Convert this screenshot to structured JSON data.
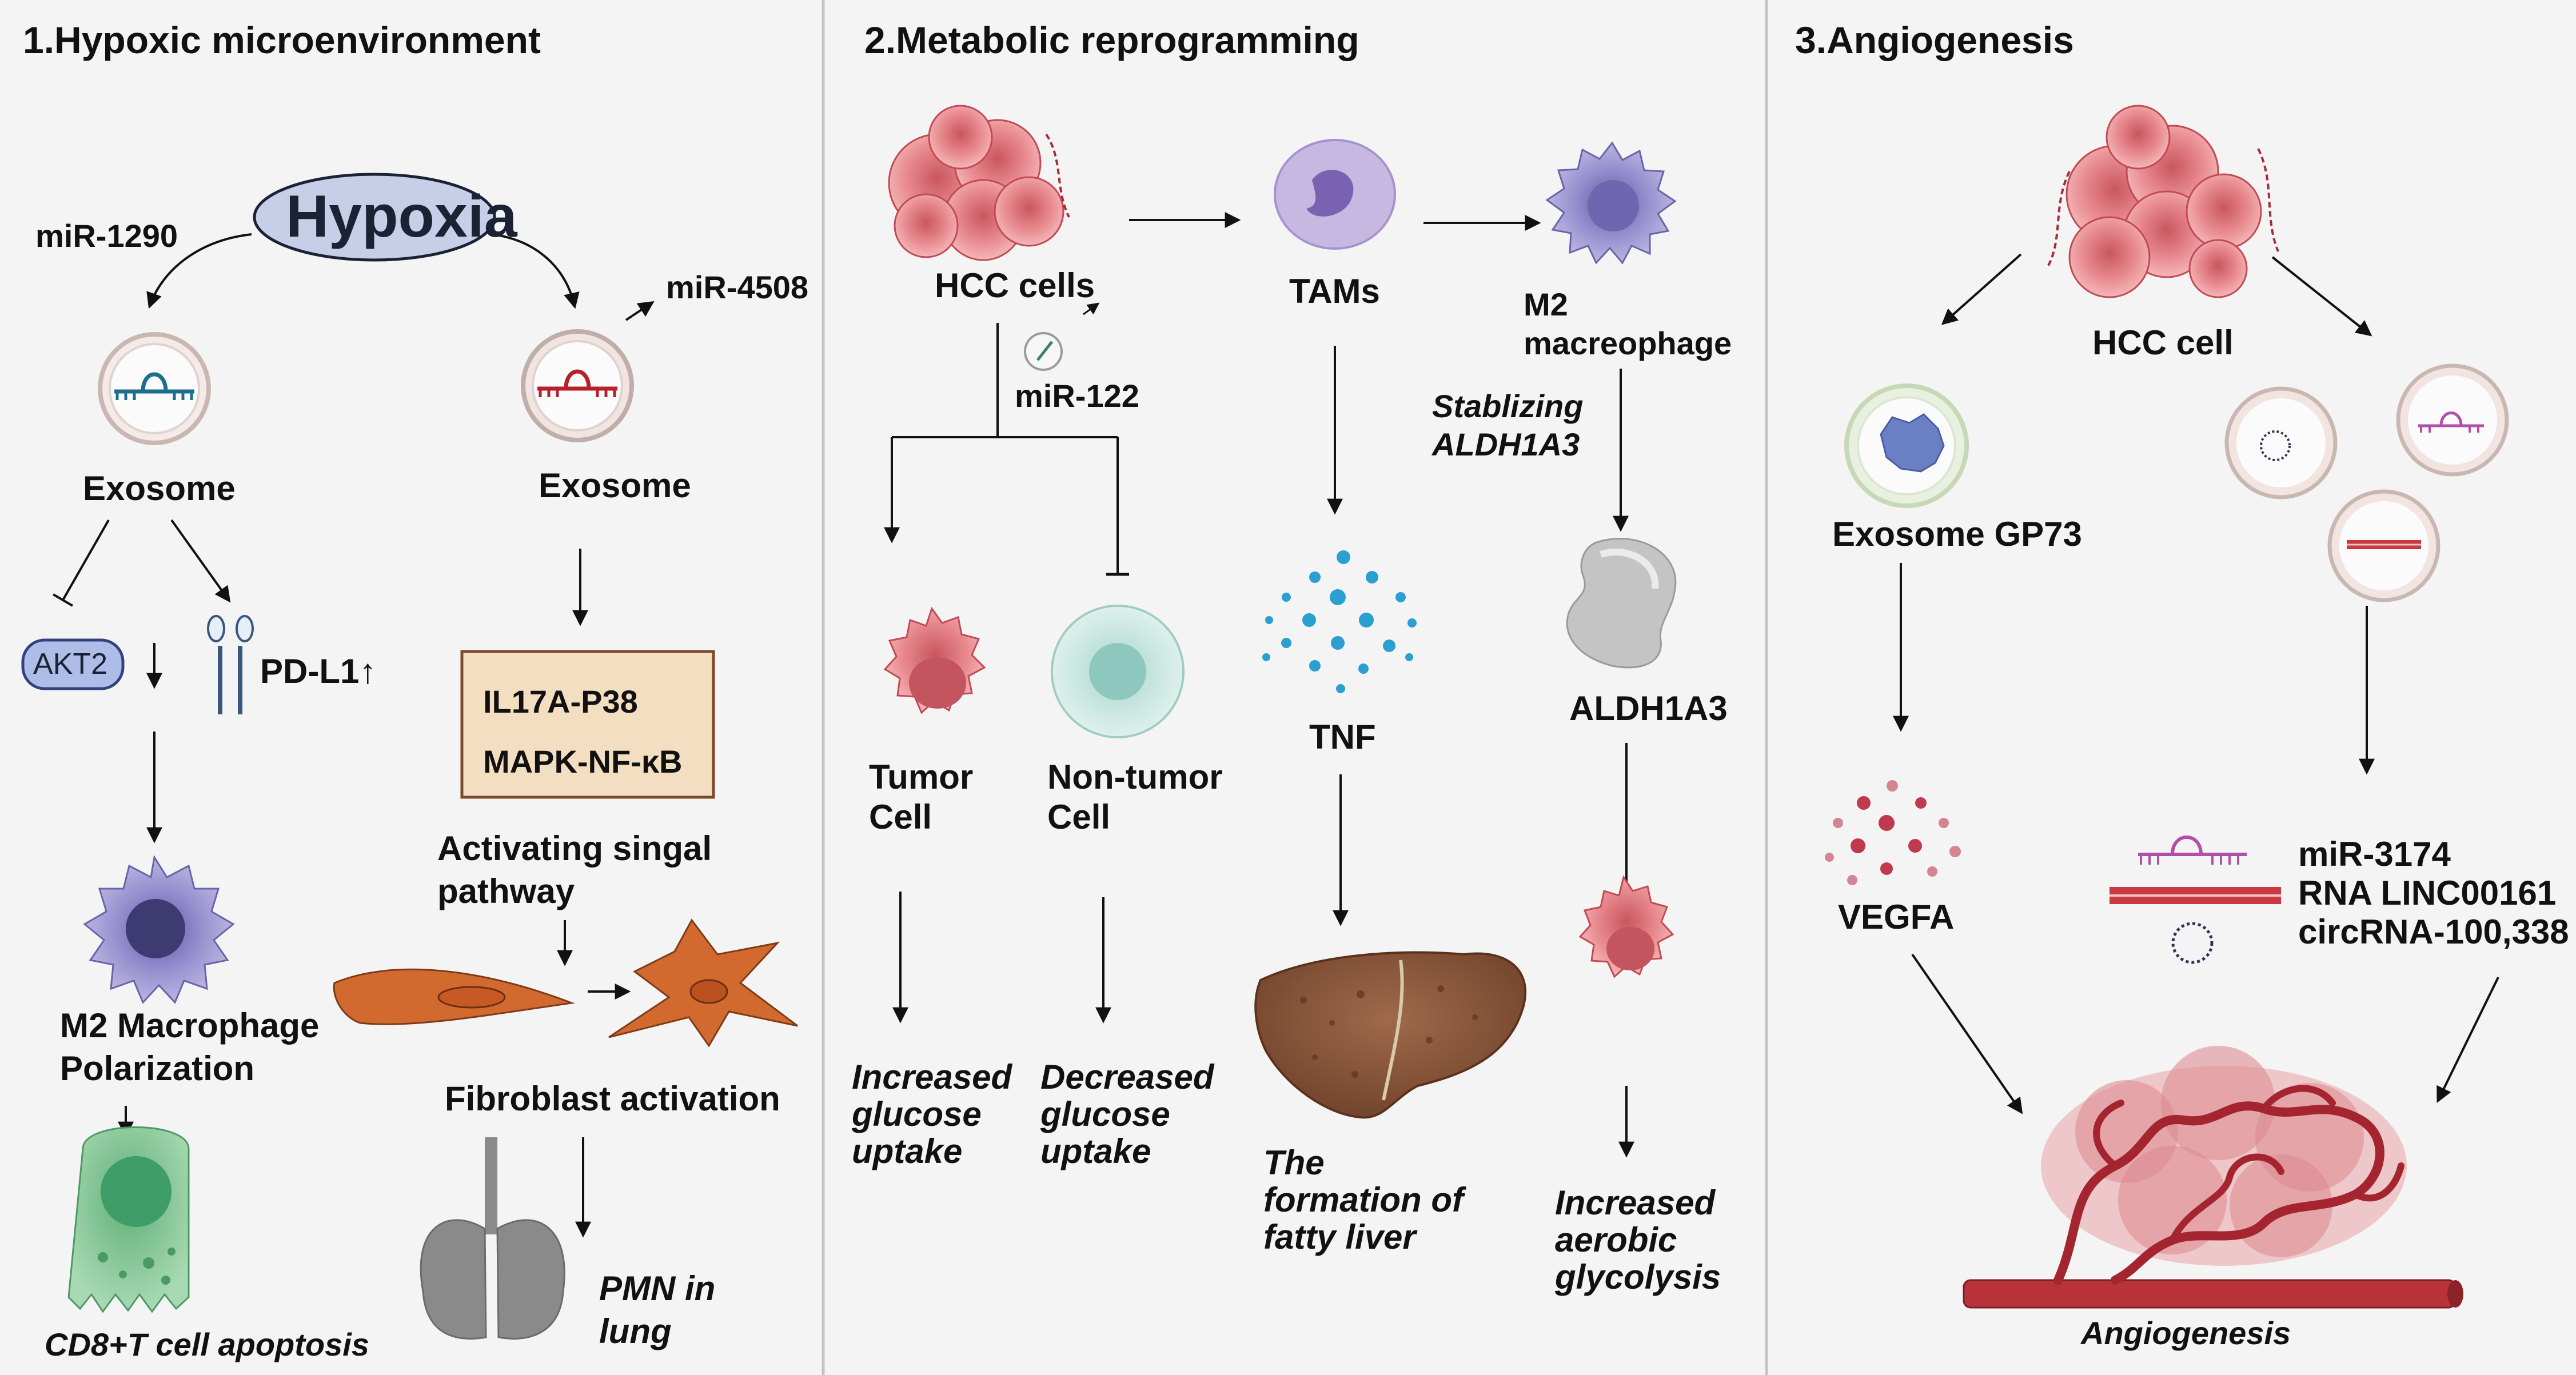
{
  "sections": {
    "hypoxic": {
      "title": "1.Hypoxic microenvironment",
      "hypoxia": "Hypoxia",
      "mir_left": "miR-1290",
      "mir_right": "miR-4508",
      "exosome_left": "Exosome",
      "exosome_right": "Exosome",
      "akt2": "AKT2",
      "pdl1": "PD-L1↑",
      "m2_polarization_1": "M2 Macrophage",
      "m2_polarization_2": "Polarization",
      "cd8": "CD8+T cell  apoptosis",
      "pathway_box_1": "IL17A-P38",
      "pathway_box_2": "MAPK-NF-κB",
      "activating_1": "Activating singal",
      "activating_2": "pathway",
      "fibroblast": "Fibroblast activation",
      "pmn_1": "PMN in",
      "pmn_2": "lung"
    },
    "metabolic": {
      "title": "2.Metabolic reprogramming",
      "hcc_cells": "HCC cells",
      "mir122": "miR-122",
      "tams": "TAMs",
      "m2_1": "M2",
      "m2_2": "macreophage",
      "stablizing_1": "Stablizing",
      "stablizing_2": "ALDH1A3",
      "tumor_1": "Tumor",
      "tumor_2": "Cell",
      "nontumor_1": "Non-tumor",
      "nontumor_2": "Cell",
      "tnf": "TNF",
      "aldh1a3": "ALDH1A3",
      "increased_glucose": [
        "Increased",
        "glucose",
        "uptake"
      ],
      "decreased_glucose": [
        "Decreased",
        "glucose",
        "uptake"
      ],
      "fatty_liver": [
        "The",
        "formation of",
        "fatty liver"
      ],
      "aerobic": [
        "Increased",
        "aerobic",
        "glycolysis"
      ]
    },
    "angiogenesis": {
      "title": "3.Angiogenesis",
      "hcc_cell": "HCC cell",
      "exosome_gp73": "Exosome GP73",
      "vegfa": "VEGFA",
      "ncrna": [
        "miR-3174",
        "RNA LINC00161",
        "circRNA-100,338"
      ],
      "angiogenesis": "Angiogenesis"
    }
  },
  "colors": {
    "tumor": "#e57f86",
    "macrophage": "#8d86c9",
    "fibroblast": "#d2692f",
    "tcell": "#7fc28f",
    "liver": "#8e5a3a",
    "lung": "#8a8a8a",
    "hypoxia_fill": "#c7cfe8",
    "pathway_box": "#f3dec2",
    "vessel": "#b8323a",
    "tnf_dots": "#2c9fd1",
    "vegfa_dots": "#c0394f"
  }
}
